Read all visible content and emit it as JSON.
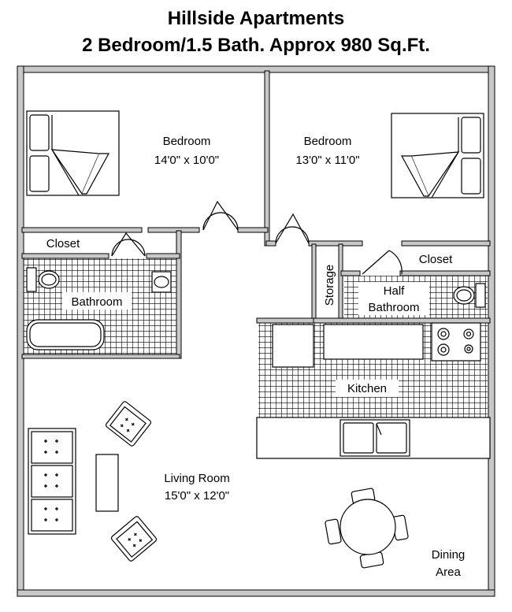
{
  "title": "Hillside Apartments",
  "subtitle": "2 Bedroom/1.5 Bath. Approx 980 Sq.Ft.",
  "rooms": {
    "bedroom1": {
      "name": "Bedroom",
      "size": "14'0\" x 10'0\""
    },
    "bedroom2": {
      "name": "Bedroom",
      "size": "13'0\" x 11'0\""
    },
    "closet1": "Closet",
    "closet2": "Closet",
    "bathroom": "Bathroom",
    "storage": "Storage",
    "half_bath_line1": "Half",
    "half_bath_line2": "Bathroom",
    "kitchen": "Kitchen",
    "living": {
      "name": "Living Room",
      "size": "15'0\" x 12'0\""
    },
    "dining_line1": "Dining",
    "dining_line2": "Area"
  },
  "colors": {
    "wall": "#c8c8c8",
    "line": "#000000",
    "tile": "#000000"
  }
}
